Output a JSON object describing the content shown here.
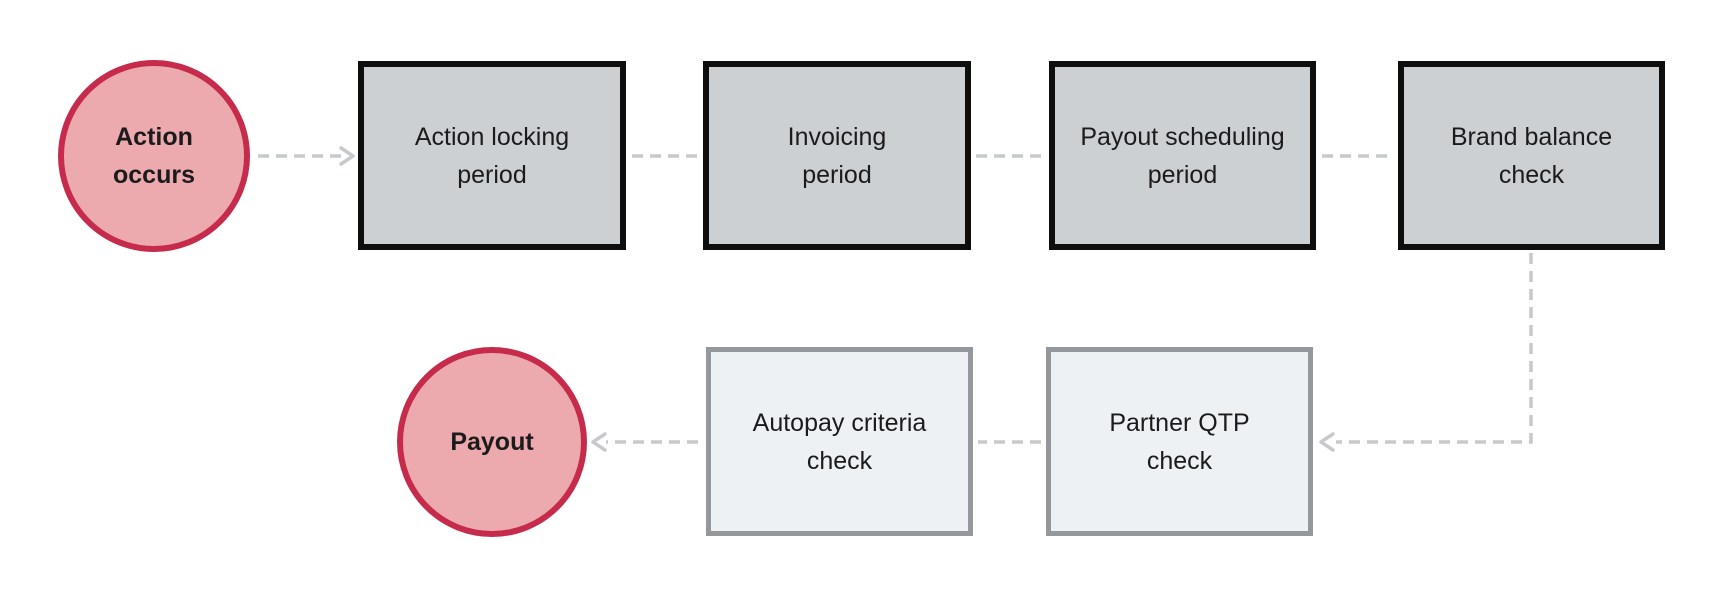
{
  "diagram": {
    "title_hint": "payout process flowchart",
    "colors": {
      "background": "#ffffff",
      "start_end_fill": "#ecaaae",
      "start_end_border": "#c62b4b",
      "stage_fill": "#cdd0d3",
      "stage_border": "#0e0e0e",
      "check_fill": "#eef1f4",
      "check_border": "#94989d",
      "connector": "#c7caca",
      "text": "#1b1b1b"
    },
    "nodes": {
      "action_occurs": {
        "lines": [
          "Action",
          "occurs"
        ]
      },
      "action_locking": {
        "lines": [
          "Action locking",
          "period"
        ]
      },
      "invoicing": {
        "lines": [
          "Invoicing",
          "period"
        ]
      },
      "payout_scheduling": {
        "lines": [
          "Payout scheduling",
          "period"
        ]
      },
      "brand_balance": {
        "lines": [
          "Brand balance",
          "check"
        ]
      },
      "partner_qtp": {
        "lines": [
          "Partner QTP",
          "check"
        ]
      },
      "autopay_criteria": {
        "lines": [
          "Autopay criteria",
          "check"
        ]
      },
      "payout": {
        "lines": [
          "Payout"
        ]
      }
    },
    "flow_order": [
      "Action occurs",
      "Action locking period",
      "Invoicing period",
      "Payout scheduling period",
      "Brand balance check",
      "Partner QTP check",
      "Autopay criteria check",
      "Payout"
    ]
  }
}
